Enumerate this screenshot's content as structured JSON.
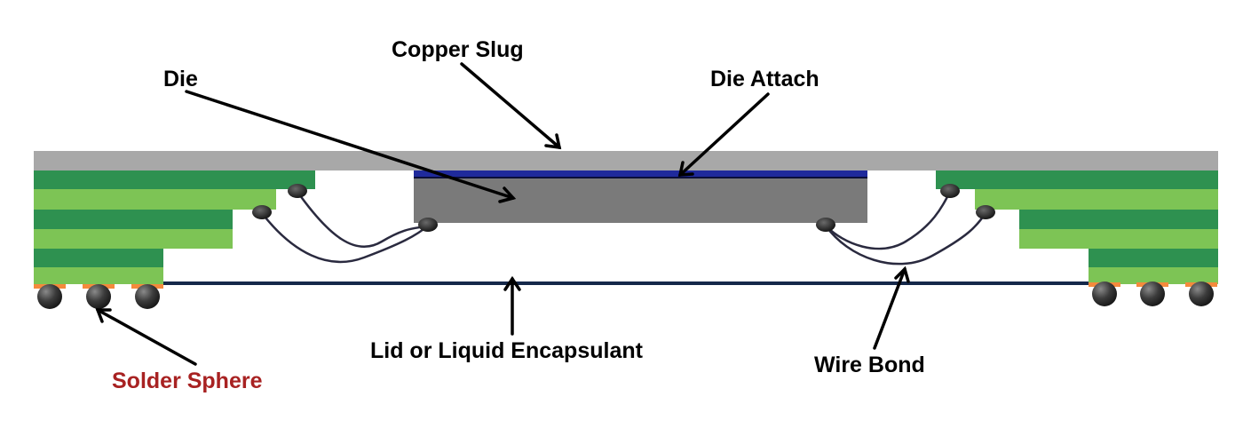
{
  "labels": {
    "copper_slug": "Copper Slug",
    "die": "Die",
    "die_attach": "Die Attach",
    "lid_encapsulant": "Lid or Liquid Encapsulant",
    "wire_bond": "Wire Bond",
    "solder_sphere": "Solder Sphere"
  },
  "colors": {
    "copper_slug": "#a8a8a8",
    "die": "#7a7a7a",
    "die_attach": "#1f2a9c",
    "substrate_dark": "#2e9150",
    "substrate_light": "#7dc455",
    "lid_line": "#15284a",
    "pad": "#f58a3c",
    "solder_sphere": "#3a3a3a",
    "wire": "#2a2a3f",
    "solder_label": "#a82222",
    "text": "#000000"
  }
}
